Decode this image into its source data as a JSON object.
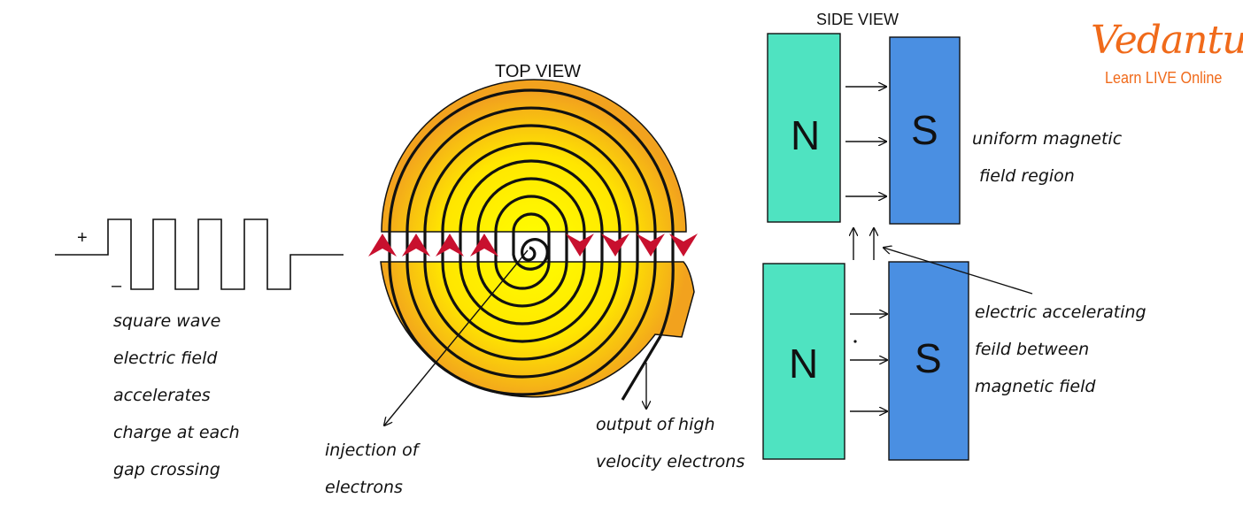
{
  "titles": {
    "top_view": "TOP VIEW",
    "side_view": "SIDE VIEW"
  },
  "wave": {
    "plus": "+",
    "minus": "–"
  },
  "labels": {
    "square_wave": [
      "square wave",
      "electric field",
      "accelerates",
      "charge at each",
      "gap crossing"
    ],
    "injection": [
      "injection of",
      "electrons"
    ],
    "output": [
      "output of high",
      "velocity electrons"
    ],
    "uniform": [
      "uniform magnetic",
      "field region"
    ],
    "electric": [
      "electric accelerating",
      "feild between",
      "magnetic field"
    ]
  },
  "magnets": {
    "north": "N",
    "south": "S"
  },
  "logo": {
    "brand": "Vedantu",
    "tagline": "Learn LIVE Online"
  },
  "colors": {
    "north": "#4fe3c1",
    "south": "#4a8fe2",
    "arrow": "#c8102e",
    "logo": "#f06a1a",
    "dee_edge": "#f0a020",
    "dee_center": "#ffff00"
  }
}
